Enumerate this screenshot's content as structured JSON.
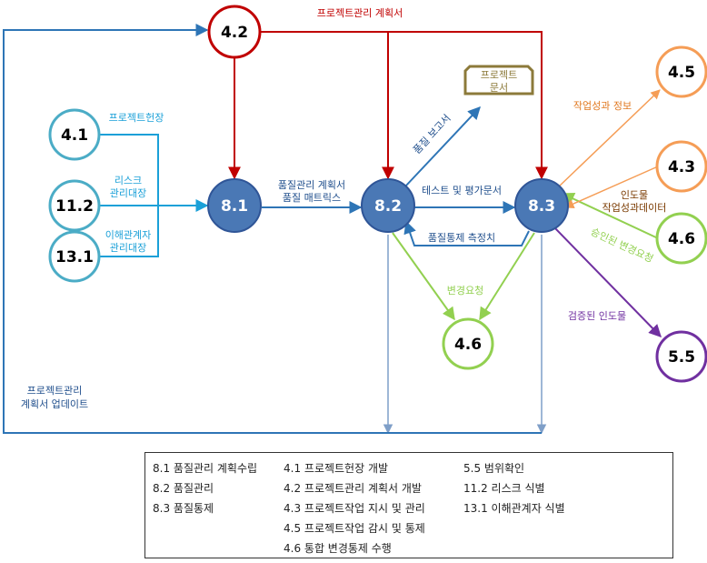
{
  "colors": {
    "red": "#c00000",
    "blue": "#2e75b6",
    "cyan": "#1aa0d8",
    "teal": "#4bacc6",
    "green": "#92d050",
    "orange": "#f59d56",
    "purple": "#7030a0",
    "dark_node_fill": "#4a78b5",
    "doc": "#8c7a3a"
  },
  "nodes": {
    "n42": "4.2",
    "n41": "4.1",
    "n112": "11.2",
    "n131": "13.1",
    "n81": "8.1",
    "n82": "8.2",
    "n83": "8.3",
    "n46": "4.6",
    "n45": "4.5",
    "n43": "4.3",
    "n46b": "4.6",
    "n55": "5.5"
  },
  "doc_box": {
    "line1": "프로젝트",
    "line2": "문서"
  },
  "labels": {
    "plan_top": "프로젝트관리 계획서",
    "charter": "프로젝트헌장",
    "risk_1": "리스크",
    "risk_2": "관리대장",
    "stake_1": "이해관계자",
    "stake_2": "관리대장",
    "qplan_1": "품질관리 계획서",
    "qplan_2": "품질 매트릭스",
    "quality_report": "품질 보고서",
    "test_docs": "테스트 및 평가문서",
    "qc_measure": "품질통제 측정치",
    "change_req": "변경요청",
    "work_perf": "작업성과 정보",
    "deliv_1": "인도물",
    "deliv_2": "작업성과데이터",
    "approved_change": "승인된 변경요청",
    "verified_deliv": "검증된 인도물",
    "plan_update_1": "프로젝트관리",
    "plan_update_2": "계획서 업데이트"
  },
  "legend": {
    "col1": [
      "8.1 품질관리 계획수립",
      "8.2 품질관리",
      "8.3 품질통제"
    ],
    "col2": [
      "4.1 프로젝트헌장 개발",
      "4.2 프로젝트관리 계획서 개발",
      "4.3 프로젝트작업 지시 및 관리",
      "4.5 프로젝트작업 감시 및 통제",
      "4.6 통합 변경통제 수행"
    ],
    "col3": [
      "5.5 범위확인",
      "11.2 리스크 식별",
      "13.1 이해관계자 식별"
    ]
  }
}
